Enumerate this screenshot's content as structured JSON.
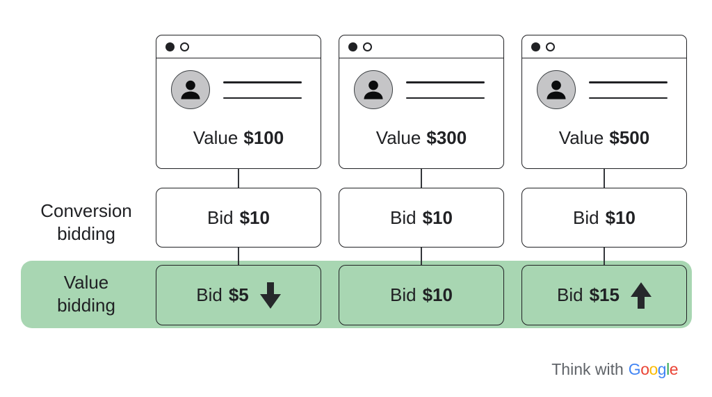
{
  "labels": {
    "conversion": {
      "line1": "Conversion",
      "line2": "bidding"
    },
    "value": {
      "line1": "Value",
      "line2": "bidding"
    }
  },
  "columns": [
    {
      "name": "user-1",
      "value_label": "Value",
      "value_amount": "$100",
      "conversion_bid_label": "Bid",
      "conversion_bid_amount": "$10",
      "value_bid_label": "Bid",
      "value_bid_amount": "$5",
      "value_bid_arrow": "down"
    },
    {
      "name": "user-2",
      "value_label": "Value",
      "value_amount": "$300",
      "conversion_bid_label": "Bid",
      "conversion_bid_amount": "$10",
      "value_bid_label": "Bid",
      "value_bid_amount": "$10",
      "value_bid_arrow": "none"
    },
    {
      "name": "user-3",
      "value_label": "Value",
      "value_amount": "$500",
      "conversion_bid_label": "Bid",
      "conversion_bid_amount": "$10",
      "value_bid_label": "Bid",
      "value_bid_amount": "$15",
      "value_bid_arrow": "up"
    }
  ],
  "footer": {
    "prefix": "Think with",
    "brand": "Google",
    "brand_letters": [
      "G",
      "o",
      "o",
      "g",
      "l",
      "e"
    ]
  },
  "icons": {
    "window_dot_filled": "filled-circle",
    "window_dot_outline": "outline-circle",
    "avatar": "person-silhouette",
    "arrow_down": "bid-decrease-block-arrow",
    "arrow_up": "bid-increase-block-arrow"
  },
  "colors": {
    "ink": "#202124",
    "highlight_green": "#a8d6b2",
    "avatar_gray": "#c5c5c7",
    "connector_line": "#33363a",
    "footer_gray": "#5f6368",
    "google_letter_colors": [
      "#4285F4",
      "#EA4335",
      "#FBBC05",
      "#4285F4",
      "#34A853",
      "#EA4335"
    ]
  }
}
